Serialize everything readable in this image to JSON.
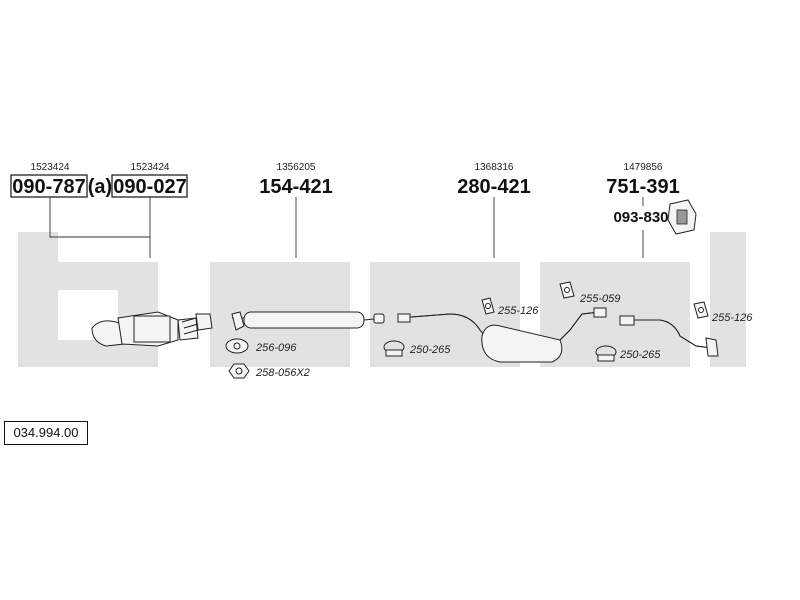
{
  "diagram": {
    "reference": "034.994.00",
    "parts": [
      {
        "oem": "1523424",
        "part_no": "090-787",
        "boxed": true
      },
      {
        "oem": "1523424",
        "part_no": "090-027",
        "boxed": true,
        "prefix": "(a)"
      },
      {
        "oem": "1356205",
        "part_no": "154-421"
      },
      {
        "oem": "1368316",
        "part_no": "280-421"
      },
      {
        "oem": "1479856",
        "part_no": "751-391"
      }
    ],
    "extra_part": {
      "part_no": "093-830"
    },
    "accessories": [
      "256-096",
      "258-056X2",
      "255-126",
      "250-265",
      "255-059",
      "250-265",
      "255-126"
    ]
  }
}
